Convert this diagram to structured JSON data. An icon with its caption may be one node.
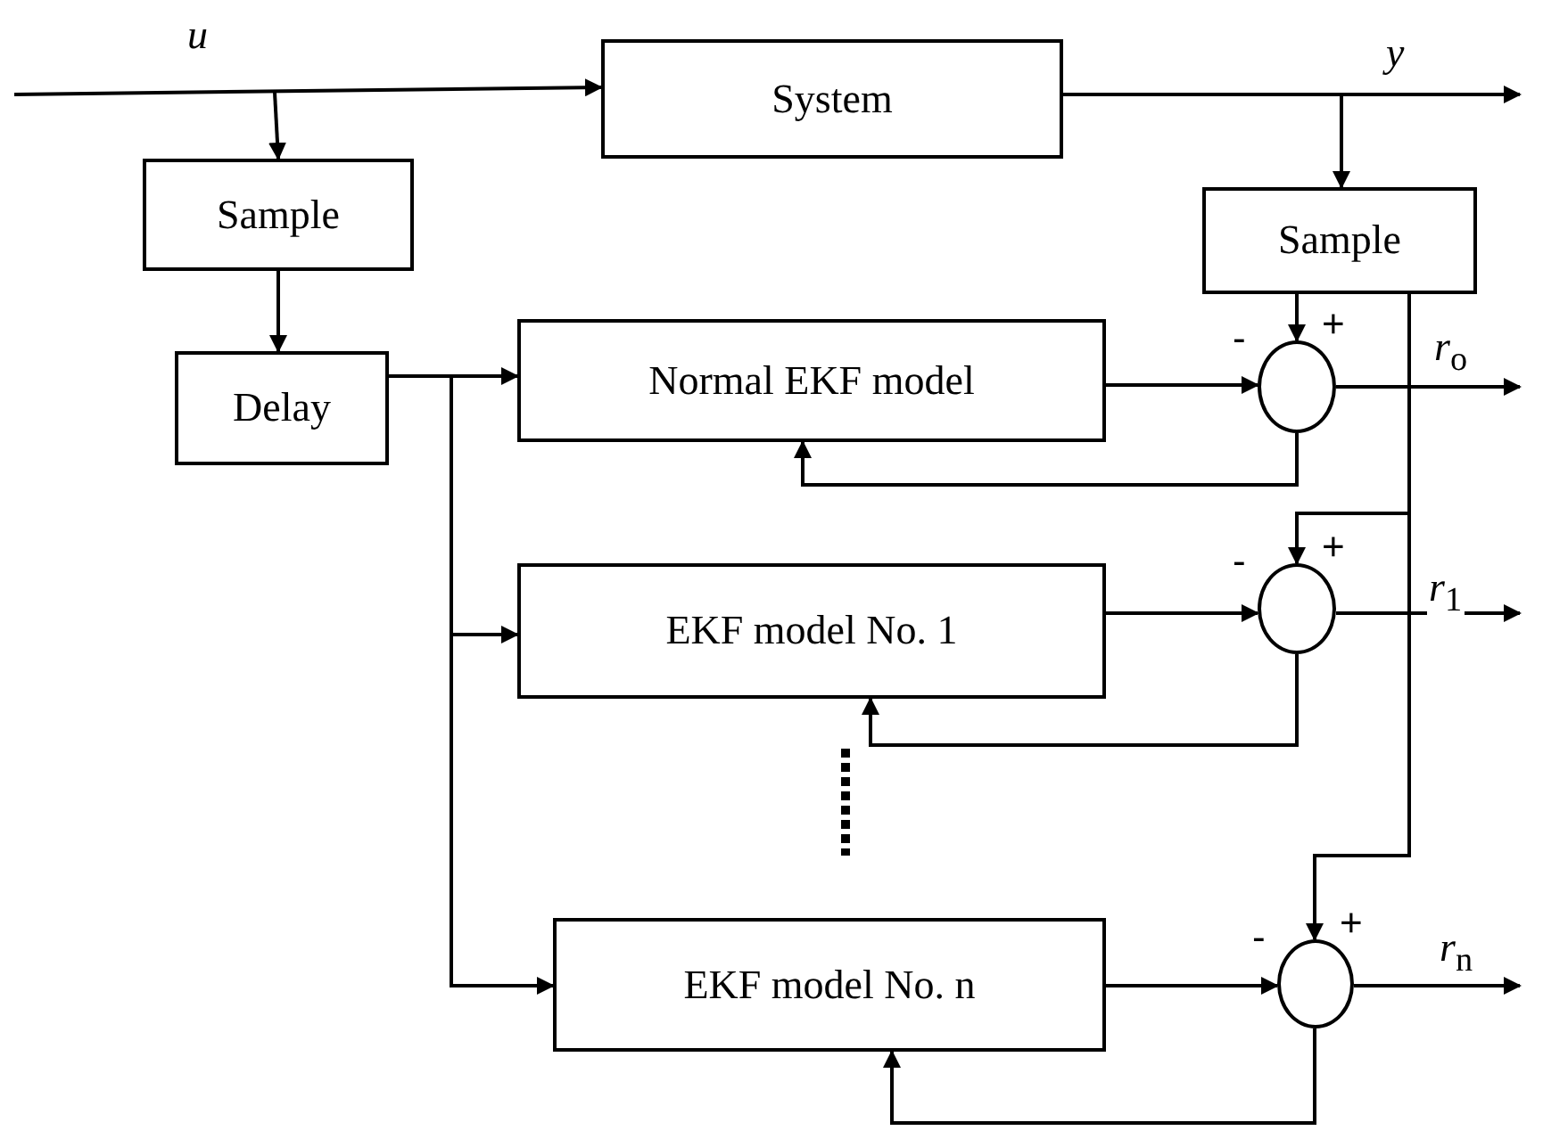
{
  "diagram": {
    "nodes": [
      {
        "text": [
          "System"
        ]
      },
      {
        "text": [
          "Sample"
        ]
      },
      {
        "text": [
          "Sample"
        ]
      },
      {
        "text": [
          "Delay"
        ]
      },
      {
        "text": [
          "Normal EKF model"
        ]
      },
      {
        "text": [],
        "shape": "circle",
        "beside": [
          "-",
          "+"
        ]
      },
      {
        "text": [
          "EKF model No. 1"
        ]
      },
      {
        "text": [],
        "shape": "circle",
        "beside": [
          "-",
          "+"
        ]
      },
      {
        "text": [
          "EKF model No. n"
        ]
      },
      {
        "text": [],
        "shape": "circle",
        "beside": [
          "-",
          "+"
        ]
      }
    ],
    "edges": [
      {
        "from": null,
        "to": 0,
        "arrow": "to",
        "label": "u"
      },
      {
        "from": null,
        "to": 1,
        "arrow": "to"
      },
      {
        "from": 0,
        "to": null,
        "arrow": "to",
        "label": "y"
      },
      {
        "from": 0,
        "to": 2,
        "arrow": "to"
      },
      {
        "from": 1,
        "to": 3,
        "arrow": "to"
      },
      {
        "from": 3,
        "to": 4,
        "arrow": "to"
      },
      {
        "from": 3,
        "to": 6,
        "arrow": "to"
      },
      {
        "from": 3,
        "to": 8,
        "arrow": "to"
      },
      {
        "from": 4,
        "to": 5,
        "arrow": "to"
      },
      {
        "from": 6,
        "to": 7,
        "arrow": "to"
      },
      {
        "from": 8,
        "to": 9,
        "arrow": "to"
      },
      {
        "from": 2,
        "to": 5,
        "arrow": "to"
      },
      {
        "from": 2,
        "to": 7,
        "arrow": "to"
      },
      {
        "from": 2,
        "to": 9,
        "arrow": "to"
      },
      {
        "from": 5,
        "to": null,
        "arrow": "to",
        "label": "*r*$_{o}$"
      },
      {
        "from": 7,
        "to": null,
        "arrow": "to",
        "label": "*r*$_{1}$"
      },
      {
        "from": 9,
        "to": null,
        "arrow": "to",
        "label": "*r*$_{n}$"
      },
      {
        "from": 5,
        "to": 4,
        "arrow": "to"
      },
      {
        "from": 7,
        "to": 6,
        "arrow": "to"
      },
      {
        "from": 9,
        "to": 8,
        "arrow": "to"
      }
    ]
  }
}
